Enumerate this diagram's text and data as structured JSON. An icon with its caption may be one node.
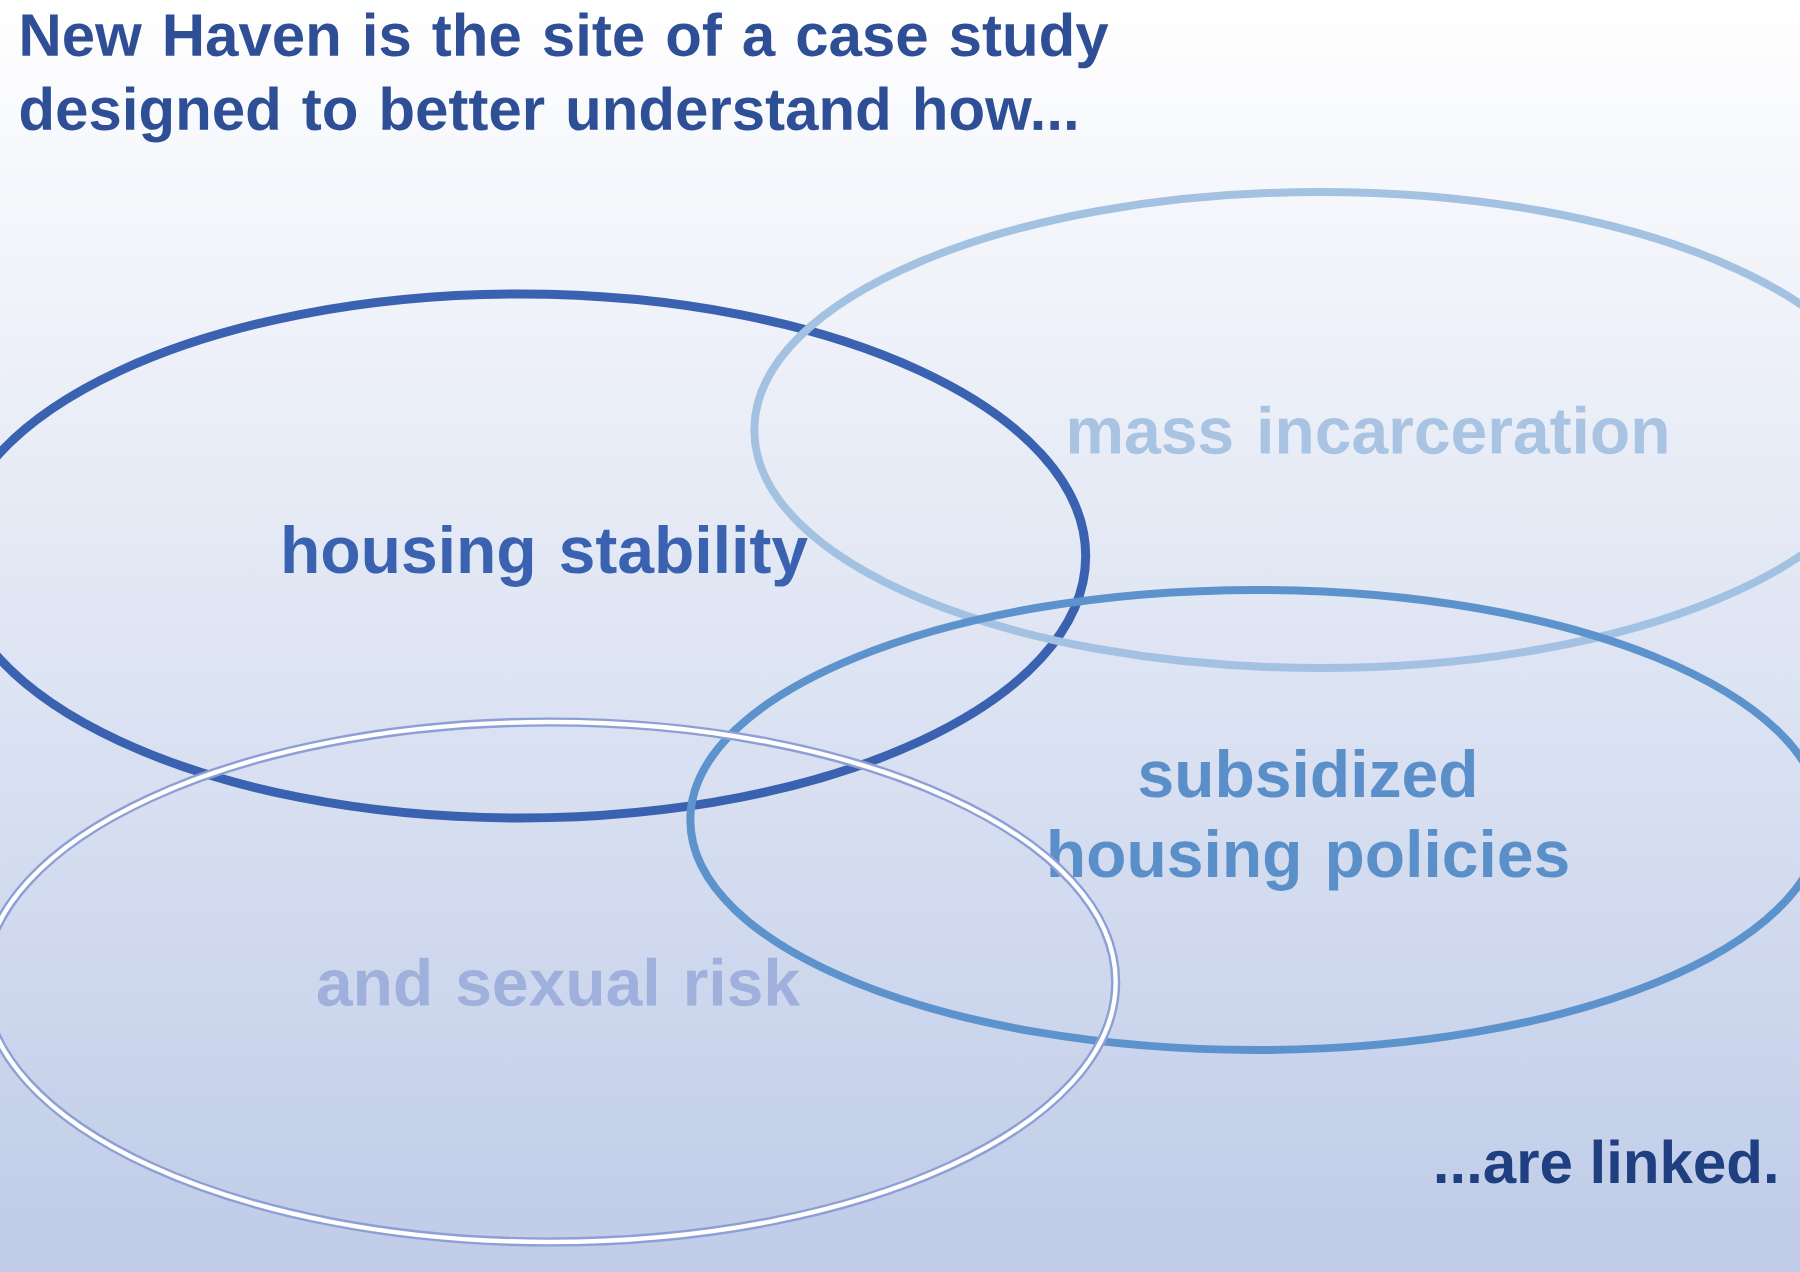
{
  "diagram": {
    "title": "New Haven is the site of a case study designed to better understand how...",
    "nodes": [
      {
        "text": [
          "housing stability"
        ]
      },
      {
        "text": [
          "mass incarceration"
        ]
      },
      {
        "text": [
          "subsidized housing policies"
        ]
      },
      {
        "text": [
          "and sexual risk"
        ]
      }
    ],
    "labels": [
      "...are linked."
    ]
  }
}
